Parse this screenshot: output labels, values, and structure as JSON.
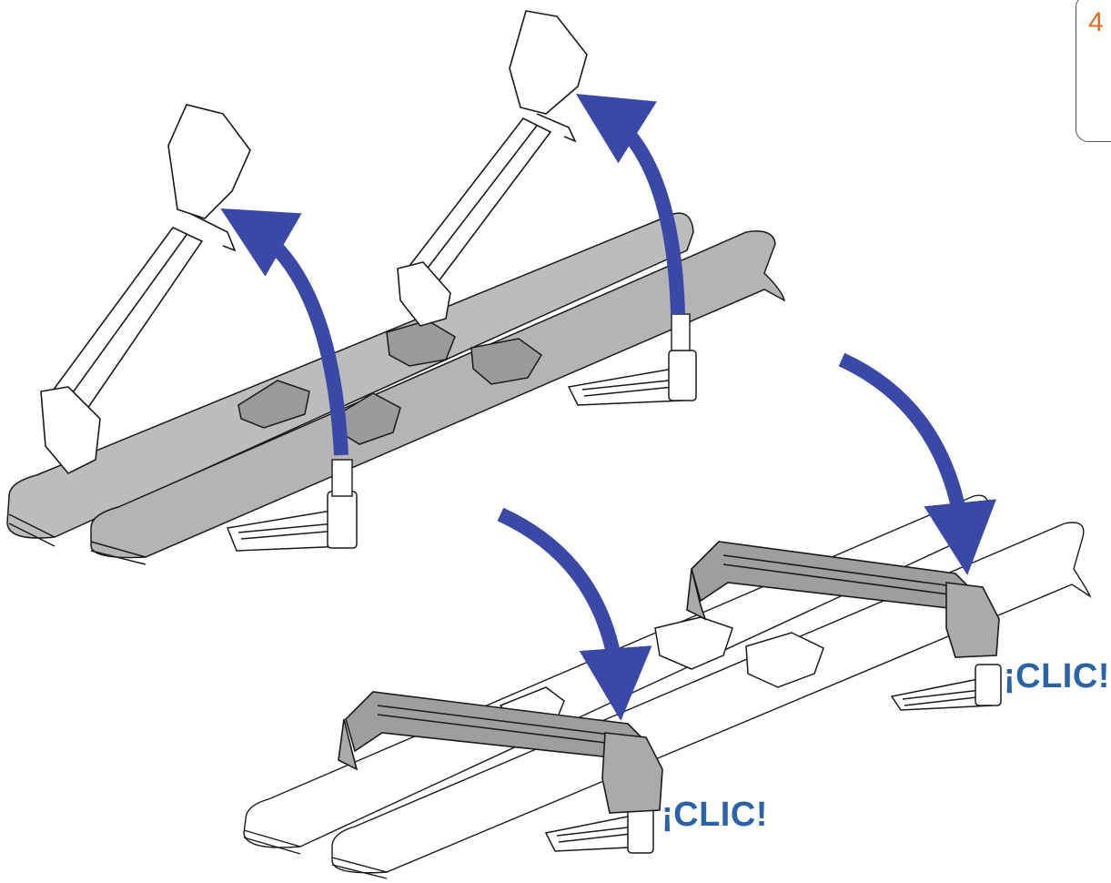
{
  "page": {
    "step_number": "4",
    "background": "#ffffff"
  },
  "labels": {
    "click_right": "¡CLIC!",
    "click_bottom": "¡CLIC!"
  },
  "colors": {
    "arrow": "#3a48a6",
    "ski_grey": "#b8b8b8",
    "label_blue": "#2a63a6",
    "step_orange": "#e06a20",
    "outline": "#1a1a1a"
  },
  "diagram": {
    "panels": [
      {
        "name": "top-left-open",
        "state": "arms-raised",
        "arrows": 2,
        "arrow_direction": "up"
      },
      {
        "name": "bottom-right-closed",
        "state": "arms-lowered",
        "arrows": 2,
        "arrow_direction": "down"
      }
    ]
  }
}
